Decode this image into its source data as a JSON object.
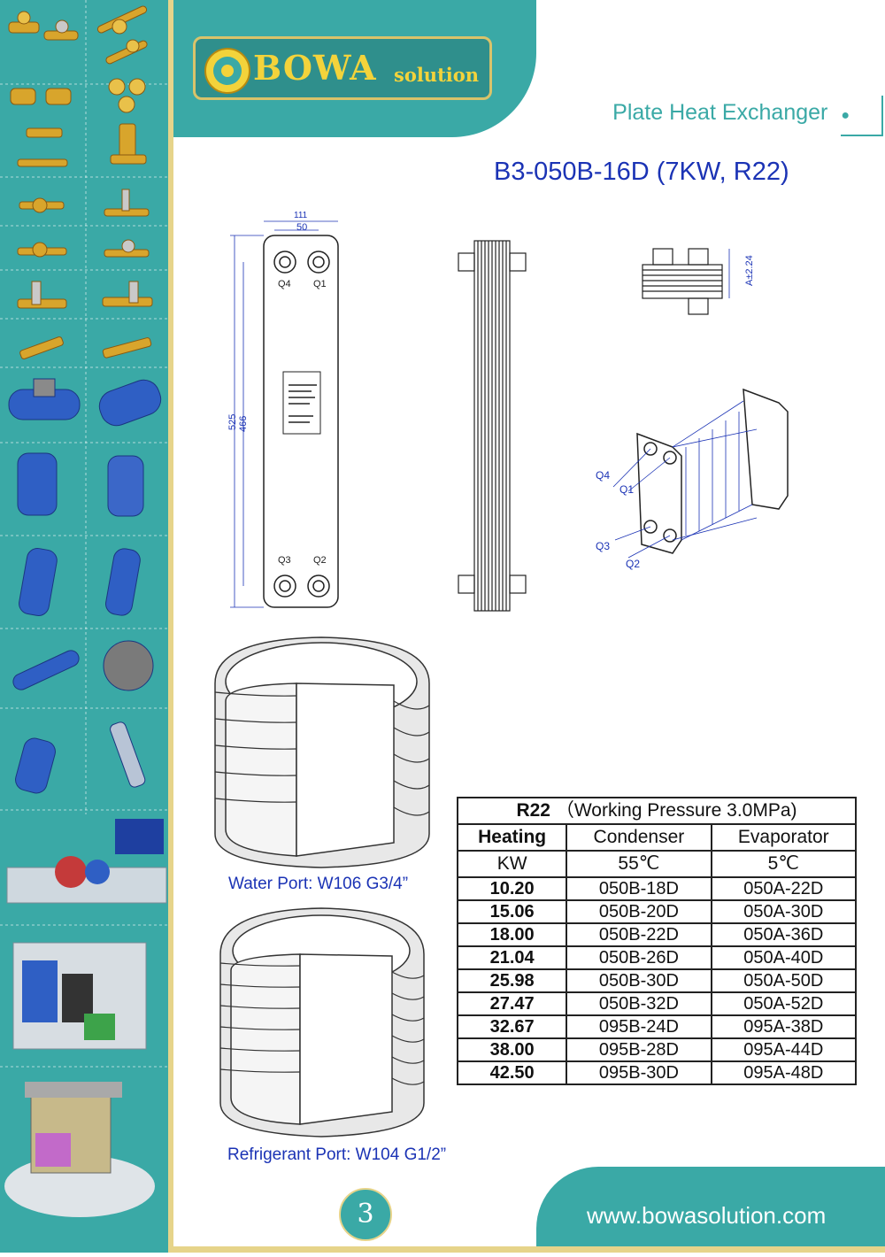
{
  "header": {
    "brand": "BOWA",
    "brand_suffix": "solution",
    "section_title": "Plate Heat Exchanger",
    "bullet": "●"
  },
  "model_title": "B3-050B-16D (7KW, R22)",
  "drawing_labels": {
    "width_total": "111",
    "port_spacing": "50",
    "height_total": "525",
    "height_ports": "466",
    "thickness": "A±2.24",
    "ports": [
      "Q4",
      "Q1",
      "Q3",
      "Q2"
    ]
  },
  "captions": {
    "water_port": "Water Port: W106 G3/4”",
    "refrigerant_port": "Refrigerant Port: W104 G1/2”"
  },
  "table": {
    "title_bold": "R22",
    "title_rest": "（Working Pressure 3.0MPa)",
    "headers": [
      "Heating",
      "Condenser",
      "Evaporator"
    ],
    "units": [
      "KW",
      "55℃",
      "5℃"
    ],
    "rows": [
      [
        "10.20",
        "050B-18D",
        "050A-22D"
      ],
      [
        "15.06",
        "050B-20D",
        "050A-30D"
      ],
      [
        "18.00",
        "050B-22D",
        "050A-36D"
      ],
      [
        "21.04",
        "050B-26D",
        "050A-40D"
      ],
      [
        "25.98",
        "050B-30D",
        "050A-50D"
      ],
      [
        "27.47",
        "050B-32D",
        "050A-52D"
      ],
      [
        "32.67",
        "095B-24D",
        "095A-38D"
      ],
      [
        "38.00",
        "095B-28D",
        "095A-44D"
      ],
      [
        "42.50",
        "095B-30D",
        "095A-48D"
      ]
    ]
  },
  "footer": {
    "page_number": "3",
    "url": "www.bowasolution.com"
  },
  "colors": {
    "teal": "#3aa9a6",
    "gold": "#f3d33b",
    "title_blue": "#1b33b5"
  },
  "sidebar_products": [
    "sight-glass-pair",
    "sight-glass-pair",
    "sight-glass-pair",
    "sight-glass-pair",
    "filter-drier",
    "solenoid-valve",
    "ball-valve",
    "ball-valve",
    "ball-valve",
    "ball-valve",
    "shut-off-valve",
    "shut-off-valve",
    "shut-off-valve",
    "shut-off-valve",
    "oil-separator",
    "liquid-receiver",
    "accumulator",
    "accumulator",
    "receiver",
    "receiver",
    "shell-heat-exchanger",
    "fan-housing",
    "shell-tube-exchanger",
    "tube-exchanger",
    "condensing-unit",
    "chiller-unit",
    "cold-room-unit"
  ]
}
